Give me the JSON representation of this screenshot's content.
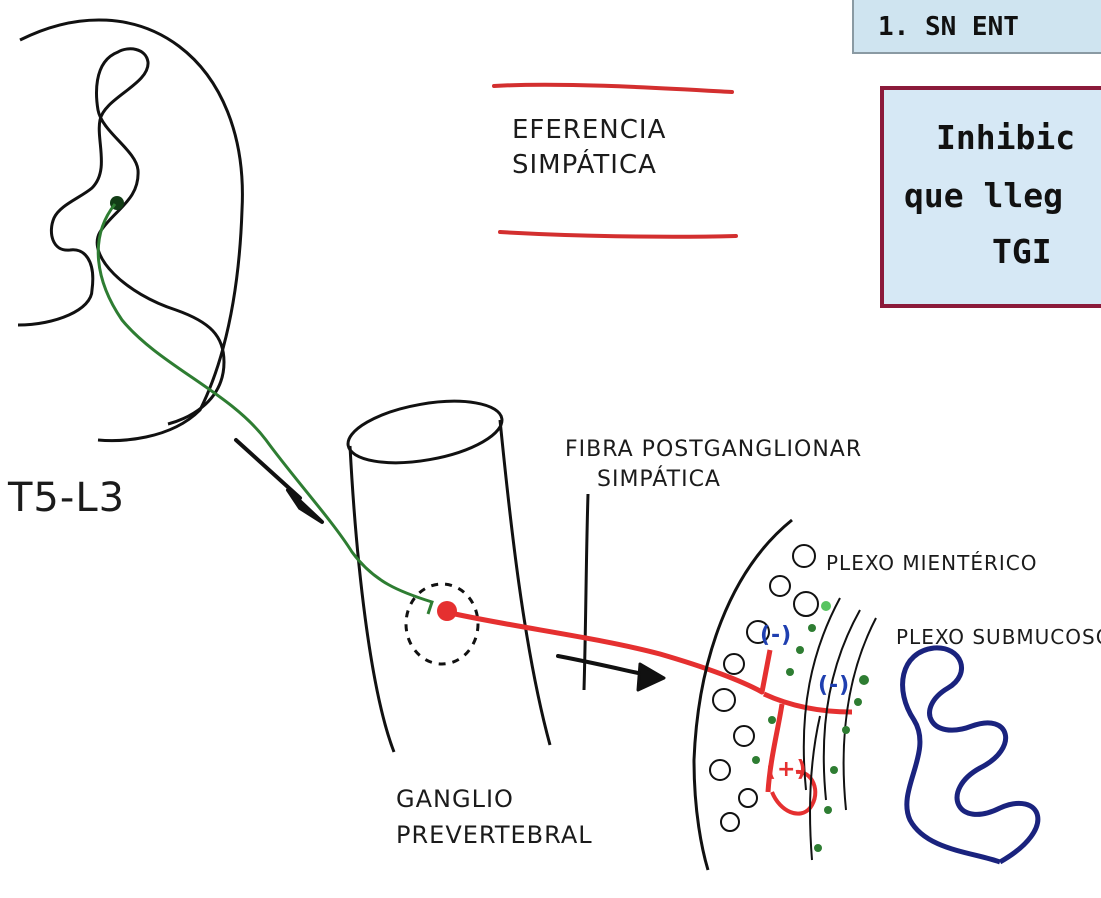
{
  "header": {
    "title": "1. SN ENT"
  },
  "callout": {
    "lines": [
      "Inhibic",
      "que lleg",
      "TGI"
    ]
  },
  "labels": {
    "efferent": [
      "EFERENCIA",
      "SIMPÁTICA"
    ],
    "segment": "T5-L3",
    "postganglionic": [
      "FIBRA POSTGANGLIONAR",
      "SIMPÁTICA"
    ],
    "myenteric": "PLEXO MIENTÉRICO",
    "submucosal": "PLEXO SUBMUCOSO",
    "ganglion": [
      "GANGLIO",
      "PREVERTEBRAL"
    ],
    "inhibit_1": "(-)",
    "inhibit_2": "(-)",
    "excite": "(+)"
  },
  "colors": {
    "preganglionic": "#2e7d32",
    "postganglionic": "#e53030",
    "inhibition": "#1f3fb0",
    "accent_line": "#d32f2f",
    "callout_border": "#8b1a3a"
  }
}
